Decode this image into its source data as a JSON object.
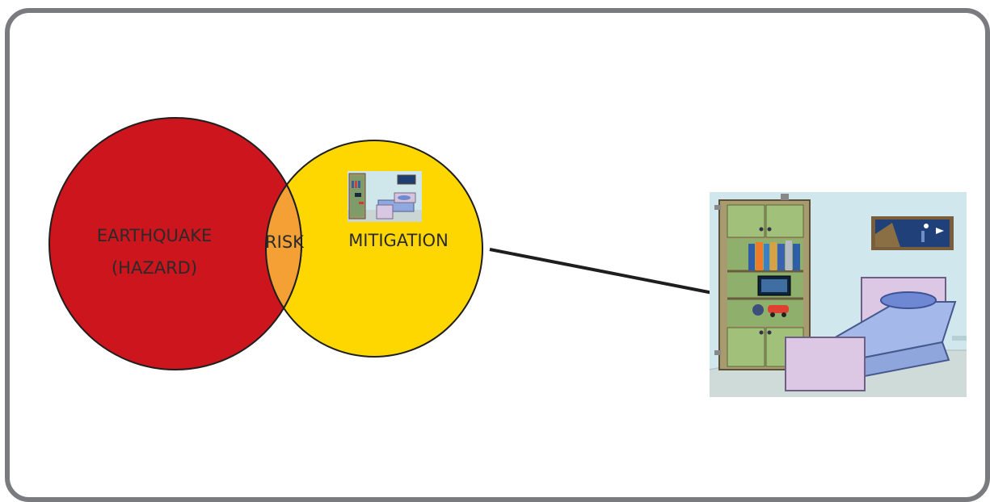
{
  "colors": {
    "frame_border": "#7a7b7f",
    "hazard_fill": "#cc151c",
    "mitigation_fill": "#ffd700",
    "risk_fill": "#f4a034",
    "outline": "#1e1e1e",
    "connector": "#1e1e1e"
  },
  "venn": {
    "hazard": {
      "line1": "EARTHQUAKE",
      "line2": "(HAZARD)"
    },
    "risk": {
      "label": "RISK"
    },
    "mitigation": {
      "label": "MITIGATION",
      "thumbnail_icon": "bedroom-icon"
    }
  },
  "illustration": {
    "icon": "bedroom-icon",
    "elements": [
      "bookshelf",
      "tv",
      "toy-car",
      "picture-frame",
      "bed",
      "pillow"
    ]
  }
}
